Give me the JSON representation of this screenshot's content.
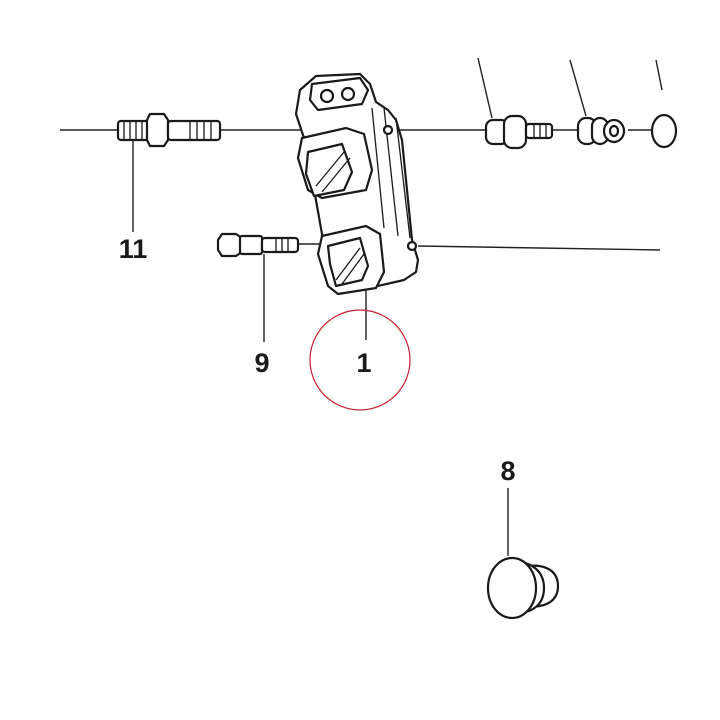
{
  "labels": {
    "part_1": "1",
    "part_8": "8",
    "part_9": "9",
    "part_11": "11"
  },
  "colors": {
    "line": "#1a1a1a",
    "highlight_circle": "#c81e32",
    "background": "#ffffff"
  }
}
